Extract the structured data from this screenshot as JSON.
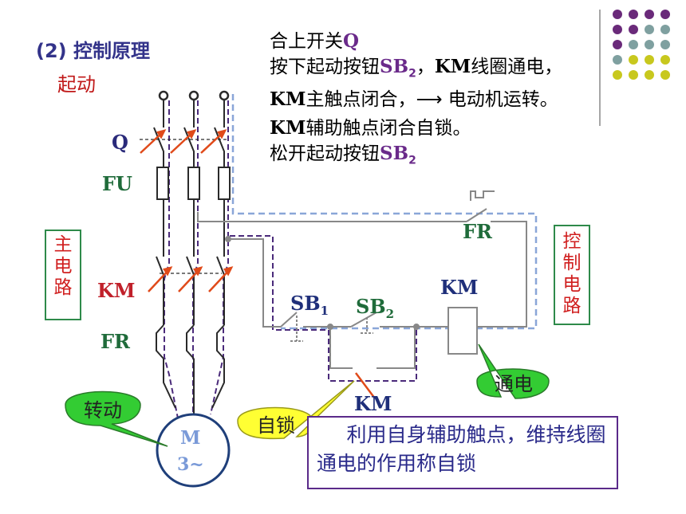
{
  "title": {
    "prefix": "(2)",
    "text": "控制原理"
  },
  "subtitle": "起动",
  "steps": {
    "line1": {
      "text": "合上开关",
      "code": "Q"
    },
    "line2": {
      "text_a": "按下起动按钮",
      "code": "SB",
      "sub": "2",
      "text_b": "，",
      "km": "KM",
      "text_c": "线圈通电，"
    },
    "line3": {
      "km": "KM",
      "text_a": "主触点闭合，",
      "arrow": "⟶",
      "text_b": " 电动机运转。"
    },
    "line4": {
      "km": "KM",
      "text": "辅助触点闭合自锁。"
    },
    "line5": {
      "text": "松开起动按钮",
      "code": "SB",
      "sub": "2"
    }
  },
  "labels": {
    "q": "Q",
    "fu": "FU",
    "km_main": "KM",
    "fr_main": "FR",
    "fr_ctrl": "FR",
    "sb1": "SB",
    "sb1_sub": "1",
    "sb2": "SB",
    "sb2_sub": "2",
    "km_coil": "KM",
    "km_aux": "KM",
    "motor_m": "M",
    "motor_phase": "3~"
  },
  "vertical_boxes": {
    "main": [
      "主",
      "电",
      "路"
    ],
    "control": [
      "控",
      "制",
      "电",
      "路"
    ]
  },
  "bubbles": {
    "rotating": "转动",
    "self_lock": "自锁",
    "energized": "通电"
  },
  "note": "利用自身辅助触点，维持线圈通电的作用称自锁",
  "colors": {
    "line": "#2a2a2a",
    "path_purple": "#4a2a7a",
    "path_blue": "#8aa6d8",
    "contact_red": "#e04a1a",
    "bubble_green": "#33cc33",
    "bubble_yellow": "#ffff33",
    "dot_purple": "#6a2a7a",
    "dot_teal": "#7fa0a0",
    "dot_yellow": "#c8c81e"
  }
}
